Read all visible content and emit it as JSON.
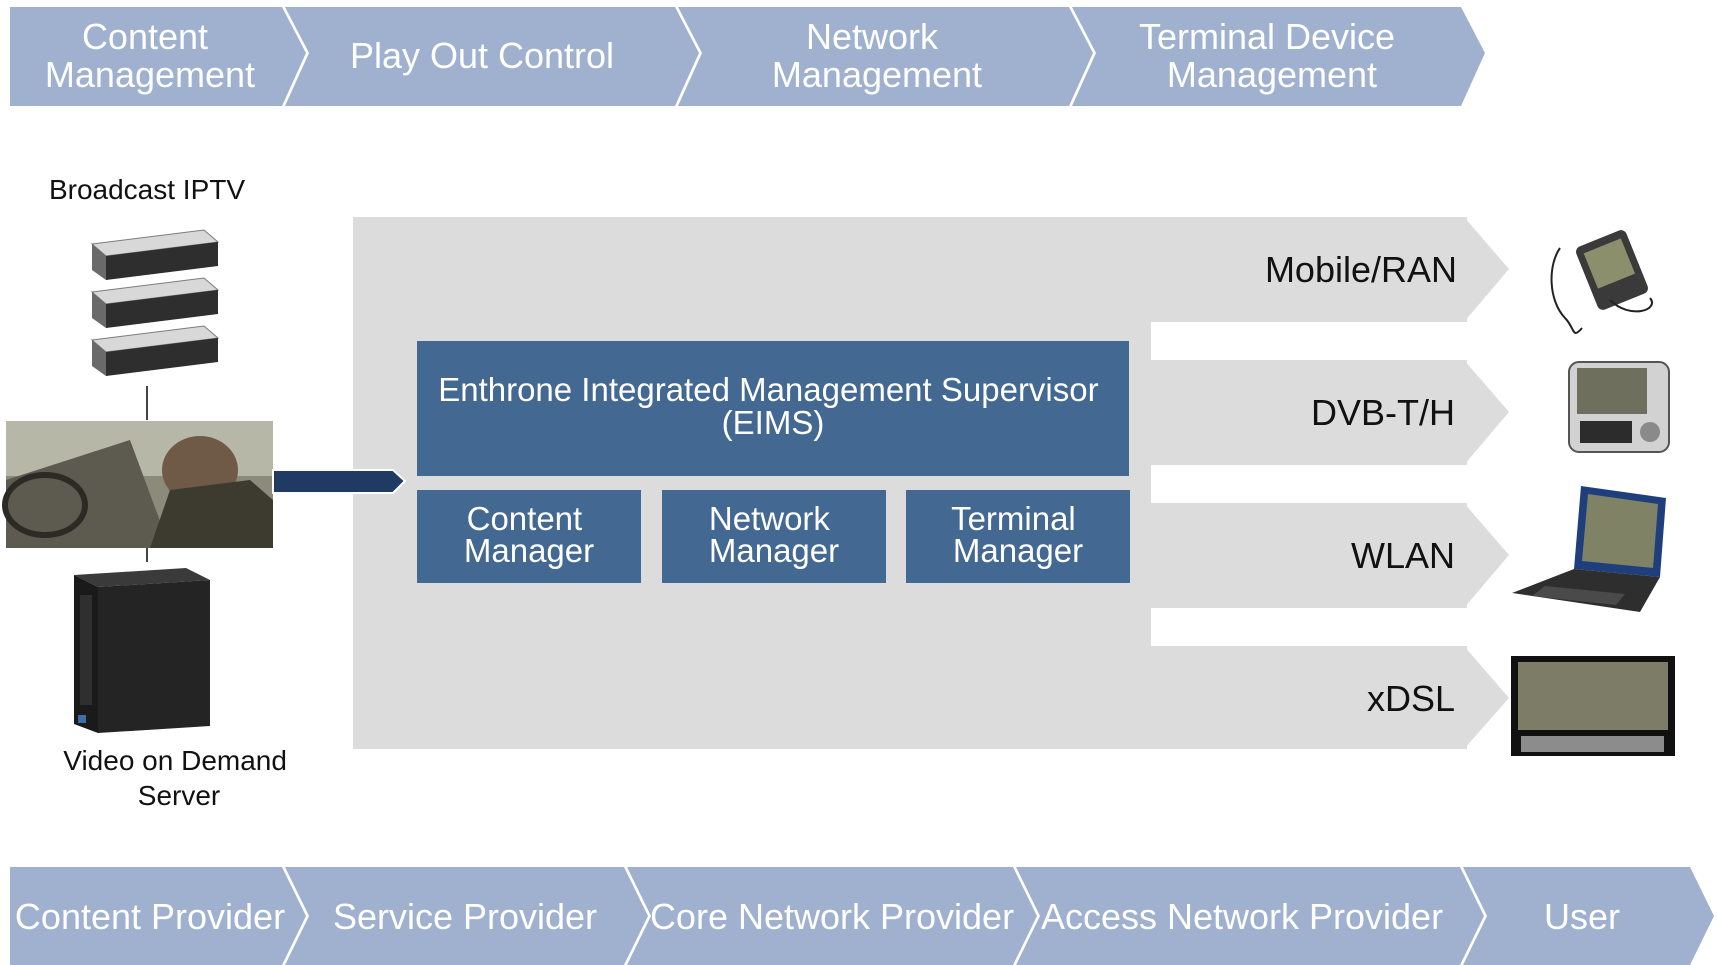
{
  "top_chevrons": [
    {
      "lines": [
        "Content",
        "Management"
      ]
    },
    {
      "lines": [
        "Play Out Control"
      ]
    },
    {
      "lines": [
        "Network",
        "Management"
      ]
    },
    {
      "lines": [
        "Terminal Device",
        "Management"
      ]
    }
  ],
  "bottom_chevrons": [
    {
      "lines": [
        "Content Provider"
      ]
    },
    {
      "lines": [
        "Service Provider"
      ]
    },
    {
      "lines": [
        "Core Network Provider"
      ]
    },
    {
      "lines": [
        "Access Network Provider"
      ]
    },
    {
      "lines": [
        "User"
      ]
    }
  ],
  "sources": {
    "broadcast_label": "Broadcast IPTV",
    "vod_label_lines": [
      "Video on Demand",
      "Server"
    ]
  },
  "eims": {
    "title_lines": [
      "Enthrone Integrated Management Supervisor",
      "(EIMS)"
    ],
    "managers": [
      {
        "lines": [
          "Content",
          "Manager"
        ]
      },
      {
        "lines": [
          "Network",
          "Manager"
        ]
      },
      {
        "lines": [
          "Terminal",
          "Manager"
        ]
      }
    ]
  },
  "channels": [
    {
      "label": "Mobile/RAN",
      "device_icon": "pda-phone-icon"
    },
    {
      "label": "DVB-T/H",
      "device_icon": "mobile-tv-phone-icon"
    },
    {
      "label": "WLAN",
      "device_icon": "laptop-icon"
    },
    {
      "label": "xDSL",
      "device_icon": "tv-set-top-icon"
    }
  ],
  "colors": {
    "chevron": "#9fb1cf",
    "eims_box": "#436891",
    "panel": "#dcdcdc",
    "arrow": "#1f3b63"
  }
}
